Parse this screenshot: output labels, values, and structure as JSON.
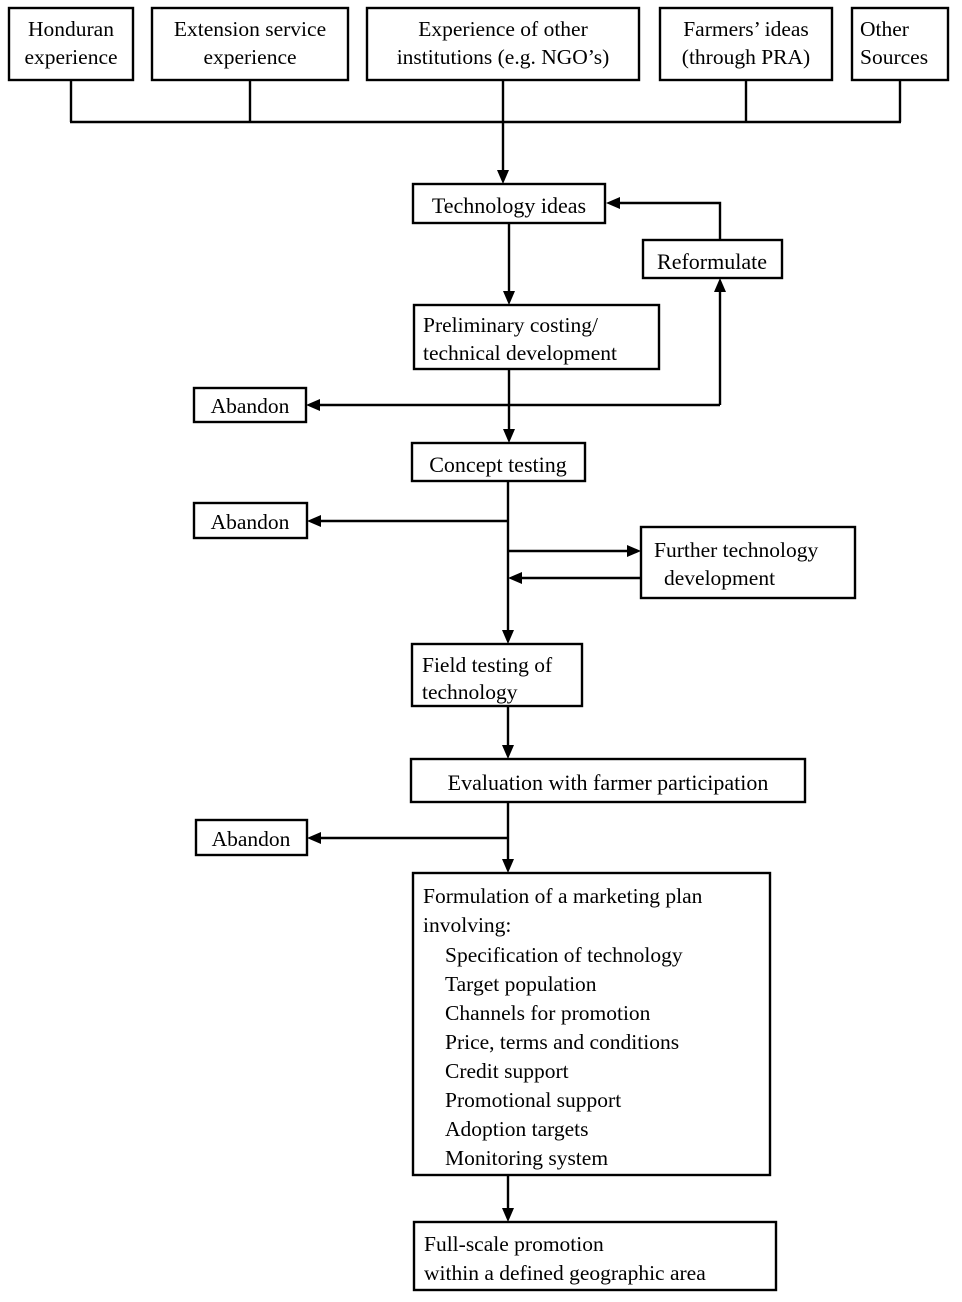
{
  "diagram": {
    "title": "Technology development and marketing flowchart",
    "colors": {
      "stroke": "#000000",
      "fill": "#ffffff",
      "text": "#000000"
    }
  },
  "sources": [
    {
      "id": "honduran",
      "line1": "Honduran",
      "line2": "experience"
    },
    {
      "id": "extension",
      "line1": "Extension service",
      "line2": "experience"
    },
    {
      "id": "other-institutions",
      "line1": "Experience of other",
      "line2": "institutions (e.g. NGO’s)"
    },
    {
      "id": "farmers-ideas",
      "line1": "Farmers’ ideas",
      "line2": "(through PRA)"
    },
    {
      "id": "other-sources",
      "line1": "Other",
      "line2": "Sources"
    }
  ],
  "nodes": {
    "technology_ideas": {
      "line1": "Technology ideas",
      "line2": ""
    },
    "reformulate": {
      "line1": "Reformulate",
      "line2": ""
    },
    "preliminary_costing": {
      "line1": "Preliminary costing/",
      "line2": "technical development"
    },
    "concept_testing": {
      "line1": "Concept testing",
      "line2": ""
    },
    "further_tech_dev": {
      "line1": "Further technology",
      "line2": "development"
    },
    "field_testing": {
      "line1": "Field testing of",
      "line2": "technology"
    },
    "evaluation": {
      "line1": "Evaluation with farmer participation",
      "line2": ""
    },
    "full_scale": {
      "line1": "Full-scale promotion",
      "line2": "within a defined geographic area"
    },
    "abandon_1": {
      "line1": "Abandon",
      "line2": ""
    },
    "abandon_2": {
      "line1": "Abandon",
      "line2": ""
    },
    "abandon_3": {
      "line1": "Abandon",
      "line2": ""
    }
  },
  "marketing_plan": {
    "heading_line1": "Formulation of a marketing plan",
    "heading_line2": "involving:",
    "items": [
      "Specification of technology",
      "Target population",
      "Channels for promotion",
      "Price, terms and conditions",
      "Credit support",
      "Promotional support",
      "Adoption targets",
      "Monitoring system"
    ]
  },
  "chart_data": {
    "type": "table",
    "title": "Technology development and marketing flowchart",
    "nodes": [
      "Honduran experience",
      "Extension service experience",
      "Experience of other institutions (e.g. NGO’s)",
      "Farmers’ ideas (through PRA)",
      "Other Sources",
      "Technology ideas",
      "Reformulate",
      "Preliminary costing/ technical development",
      "Abandon",
      "Concept testing",
      "Further technology development",
      "Field testing of technology",
      "Evaluation with farmer participation",
      "Formulation of a marketing plan involving:",
      "Full-scale promotion within a defined geographic area"
    ],
    "edges": [
      {
        "from": "Honduran experience",
        "to": "Technology ideas"
      },
      {
        "from": "Extension service experience",
        "to": "Technology ideas"
      },
      {
        "from": "Experience of other institutions (e.g. NGO’s)",
        "to": "Technology ideas"
      },
      {
        "from": "Farmers’ ideas (through PRA)",
        "to": "Technology ideas"
      },
      {
        "from": "Other Sources",
        "to": "Technology ideas"
      },
      {
        "from": "Technology ideas",
        "to": "Preliminary costing/ technical development"
      },
      {
        "from": "Preliminary costing/ technical development",
        "to": "Abandon"
      },
      {
        "from": "Preliminary costing/ technical development",
        "to": "Reformulate"
      },
      {
        "from": "Reformulate",
        "to": "Technology ideas"
      },
      {
        "from": "Preliminary costing/ technical development",
        "to": "Concept testing"
      },
      {
        "from": "Concept testing",
        "to": "Abandon"
      },
      {
        "from": "Concept testing",
        "to": "Further technology development"
      },
      {
        "from": "Further technology development",
        "to": "Concept testing"
      },
      {
        "from": "Concept testing",
        "to": "Field testing of technology"
      },
      {
        "from": "Field testing of technology",
        "to": "Evaluation with farmer participation"
      },
      {
        "from": "Evaluation with farmer participation",
        "to": "Abandon"
      },
      {
        "from": "Evaluation with farmer participation",
        "to": "Formulation of a marketing plan involving:"
      },
      {
        "from": "Formulation of a marketing plan involving:",
        "to": "Full-scale promotion within a defined geographic area"
      }
    ]
  }
}
